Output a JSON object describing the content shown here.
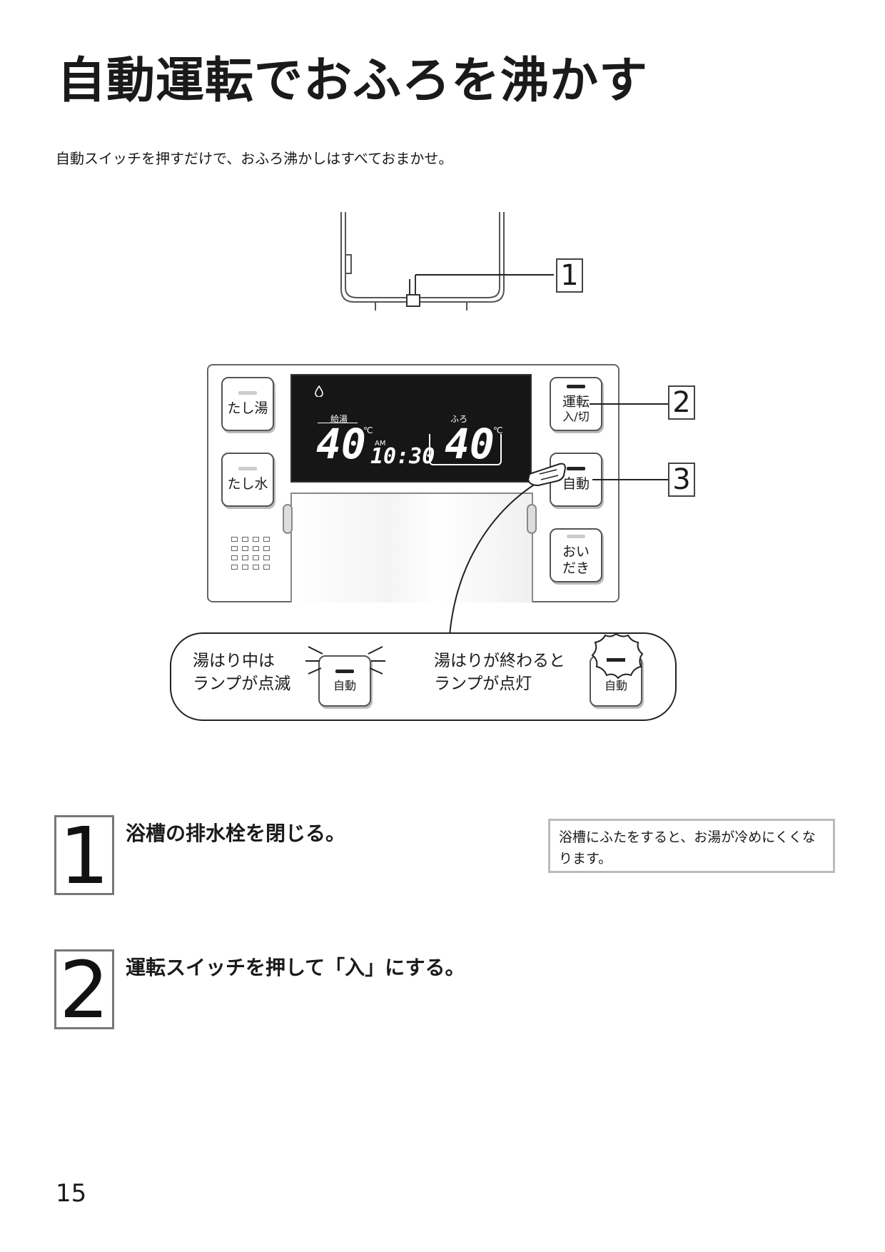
{
  "page": {
    "title": "自動運転でおふろを沸かす",
    "subtitle": "自動スイッチを押すだけで、おふろ沸かしはすべておまかせ。",
    "page_number": "15"
  },
  "diagram": {
    "callouts": [
      "1",
      "2",
      "3"
    ],
    "buttons_left": [
      {
        "label": "たし湯",
        "icon": "lamp"
      },
      {
        "label": "たし水",
        "icon": "lamp"
      }
    ],
    "buttons_right": [
      {
        "label_line1": "運転",
        "label_line2": "入/切",
        "icon": "lamp-dark"
      },
      {
        "label": "自動",
        "icon": "lamp-dark"
      },
      {
        "label_line1": "おい",
        "label_line2": "だき",
        "icon": "lamp"
      }
    ],
    "display": {
      "flame_icon": "flame-icon",
      "kyuto_label": "給湯",
      "kyuto_temp": "40",
      "unit": "℃",
      "ampm": "AM",
      "time": "10:30",
      "furo_label": "ふろ",
      "furo_temp": "40"
    },
    "bubble": {
      "left_line1": "湯はり中は",
      "left_line2": "ランプが点滅",
      "left_button": "自動",
      "right_line1": "湯はりが終わると",
      "right_line2": "ランプが点灯",
      "right_button": "自動"
    }
  },
  "steps": [
    {
      "number": "1",
      "text": "浴槽の排水栓を閉じる。"
    },
    {
      "number": "2",
      "text": "運転スイッチを押して「入」にする。"
    }
  ],
  "note": {
    "line1": "浴槽にふたをすると、お湯が冷めにくくな",
    "line2": "ります。"
  }
}
